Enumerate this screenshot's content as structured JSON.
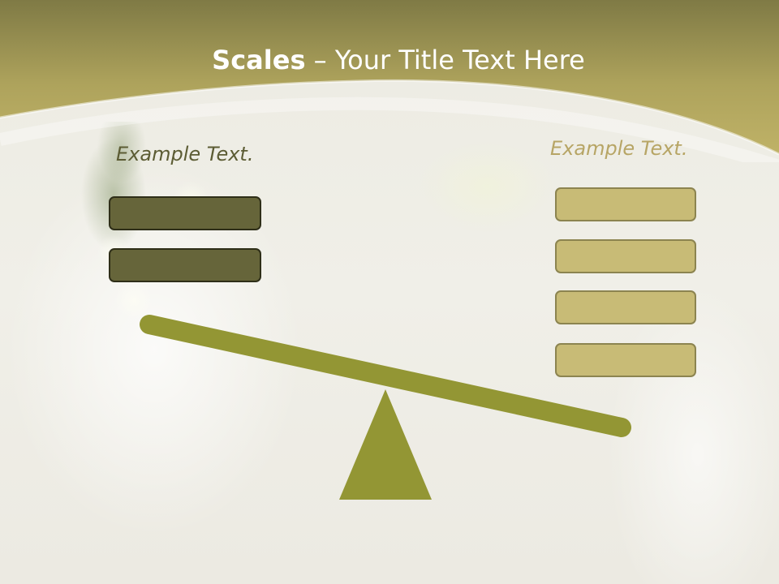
{
  "slide": {
    "title_bold": "Scales",
    "title_rest": " – Your Title Text Here",
    "left_label": "Example Text.",
    "right_label": "Example Text.",
    "left_boxes": [
      "",
      ""
    ],
    "right_boxes": [
      "",
      "",
      "",
      ""
    ]
  },
  "colors": {
    "header_gold": "#b8ad62",
    "header_dark": "#7f7a45",
    "beam": "#939634",
    "fulcrum": "#939634",
    "dark_box": "#66653a",
    "light_box": "#c8bb76",
    "left_label": "#5c5c34",
    "right_label": "#b7a565"
  },
  "scale": {
    "tilt": "left side up"
  }
}
